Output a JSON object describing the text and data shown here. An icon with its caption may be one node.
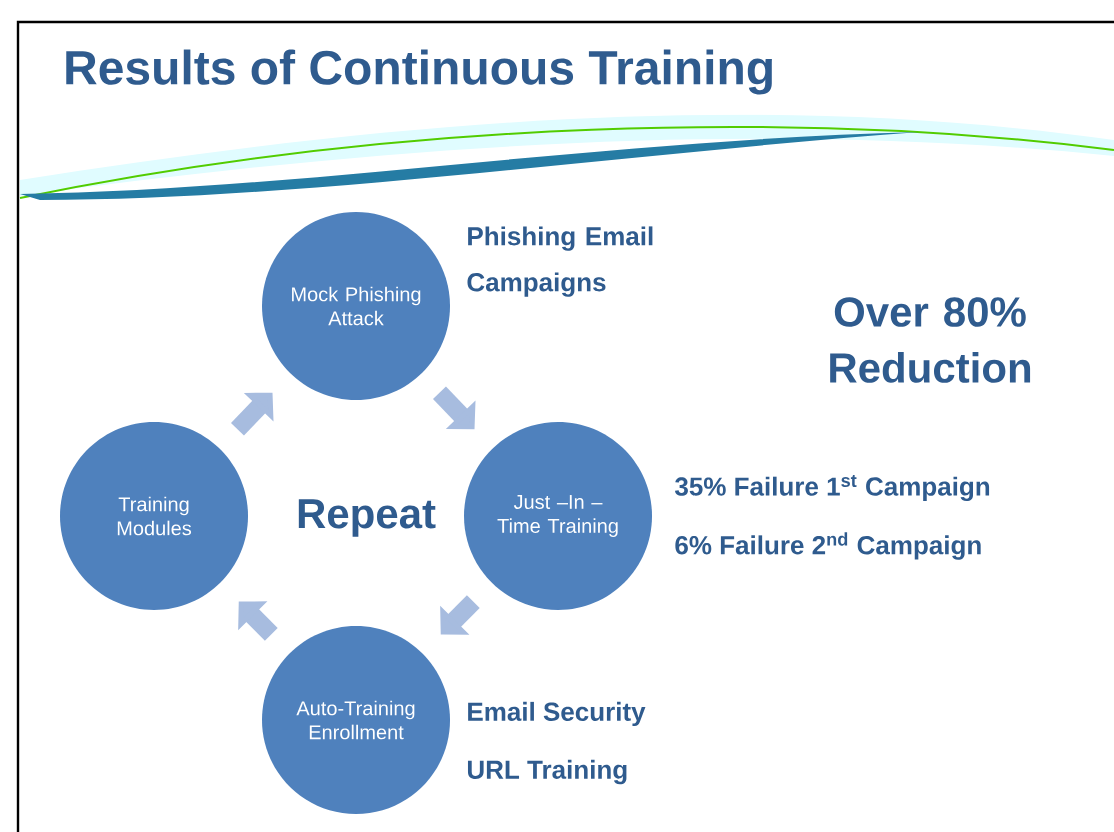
{
  "diagram": {
    "title": "Results of Continuous Training",
    "nodes": [
      {
        "text": [
          "Mock Phishing Attack"
        ],
        "beside": [
          "Phishing Email Campaigns"
        ]
      },
      {
        "text": [
          "Just –In – Time Training"
        ],
        "beside": [
          "35% Failure 1$^{st}$ Campaign",
          "6% Failure 2$^{nd}$ Campaign"
        ]
      },
      {
        "text": [
          "Auto-Training Enrollment"
        ],
        "beside": [
          "Email Security",
          "URL Training"
        ]
      },
      {
        "text": [
          "Training Modules"
        ]
      }
    ],
    "edges": [
      {
        "from": 0,
        "to": 1,
        "arrow": "to"
      },
      {
        "from": 1,
        "to": 2,
        "arrow": "to"
      },
      {
        "from": 2,
        "to": 3,
        "arrow": "to"
      },
      {
        "from": 3,
        "to": 0,
        "arrow": "to"
      }
    ],
    "labels": [
      "Repeat",
      "Over 80% Reduction"
    ]
  }
}
